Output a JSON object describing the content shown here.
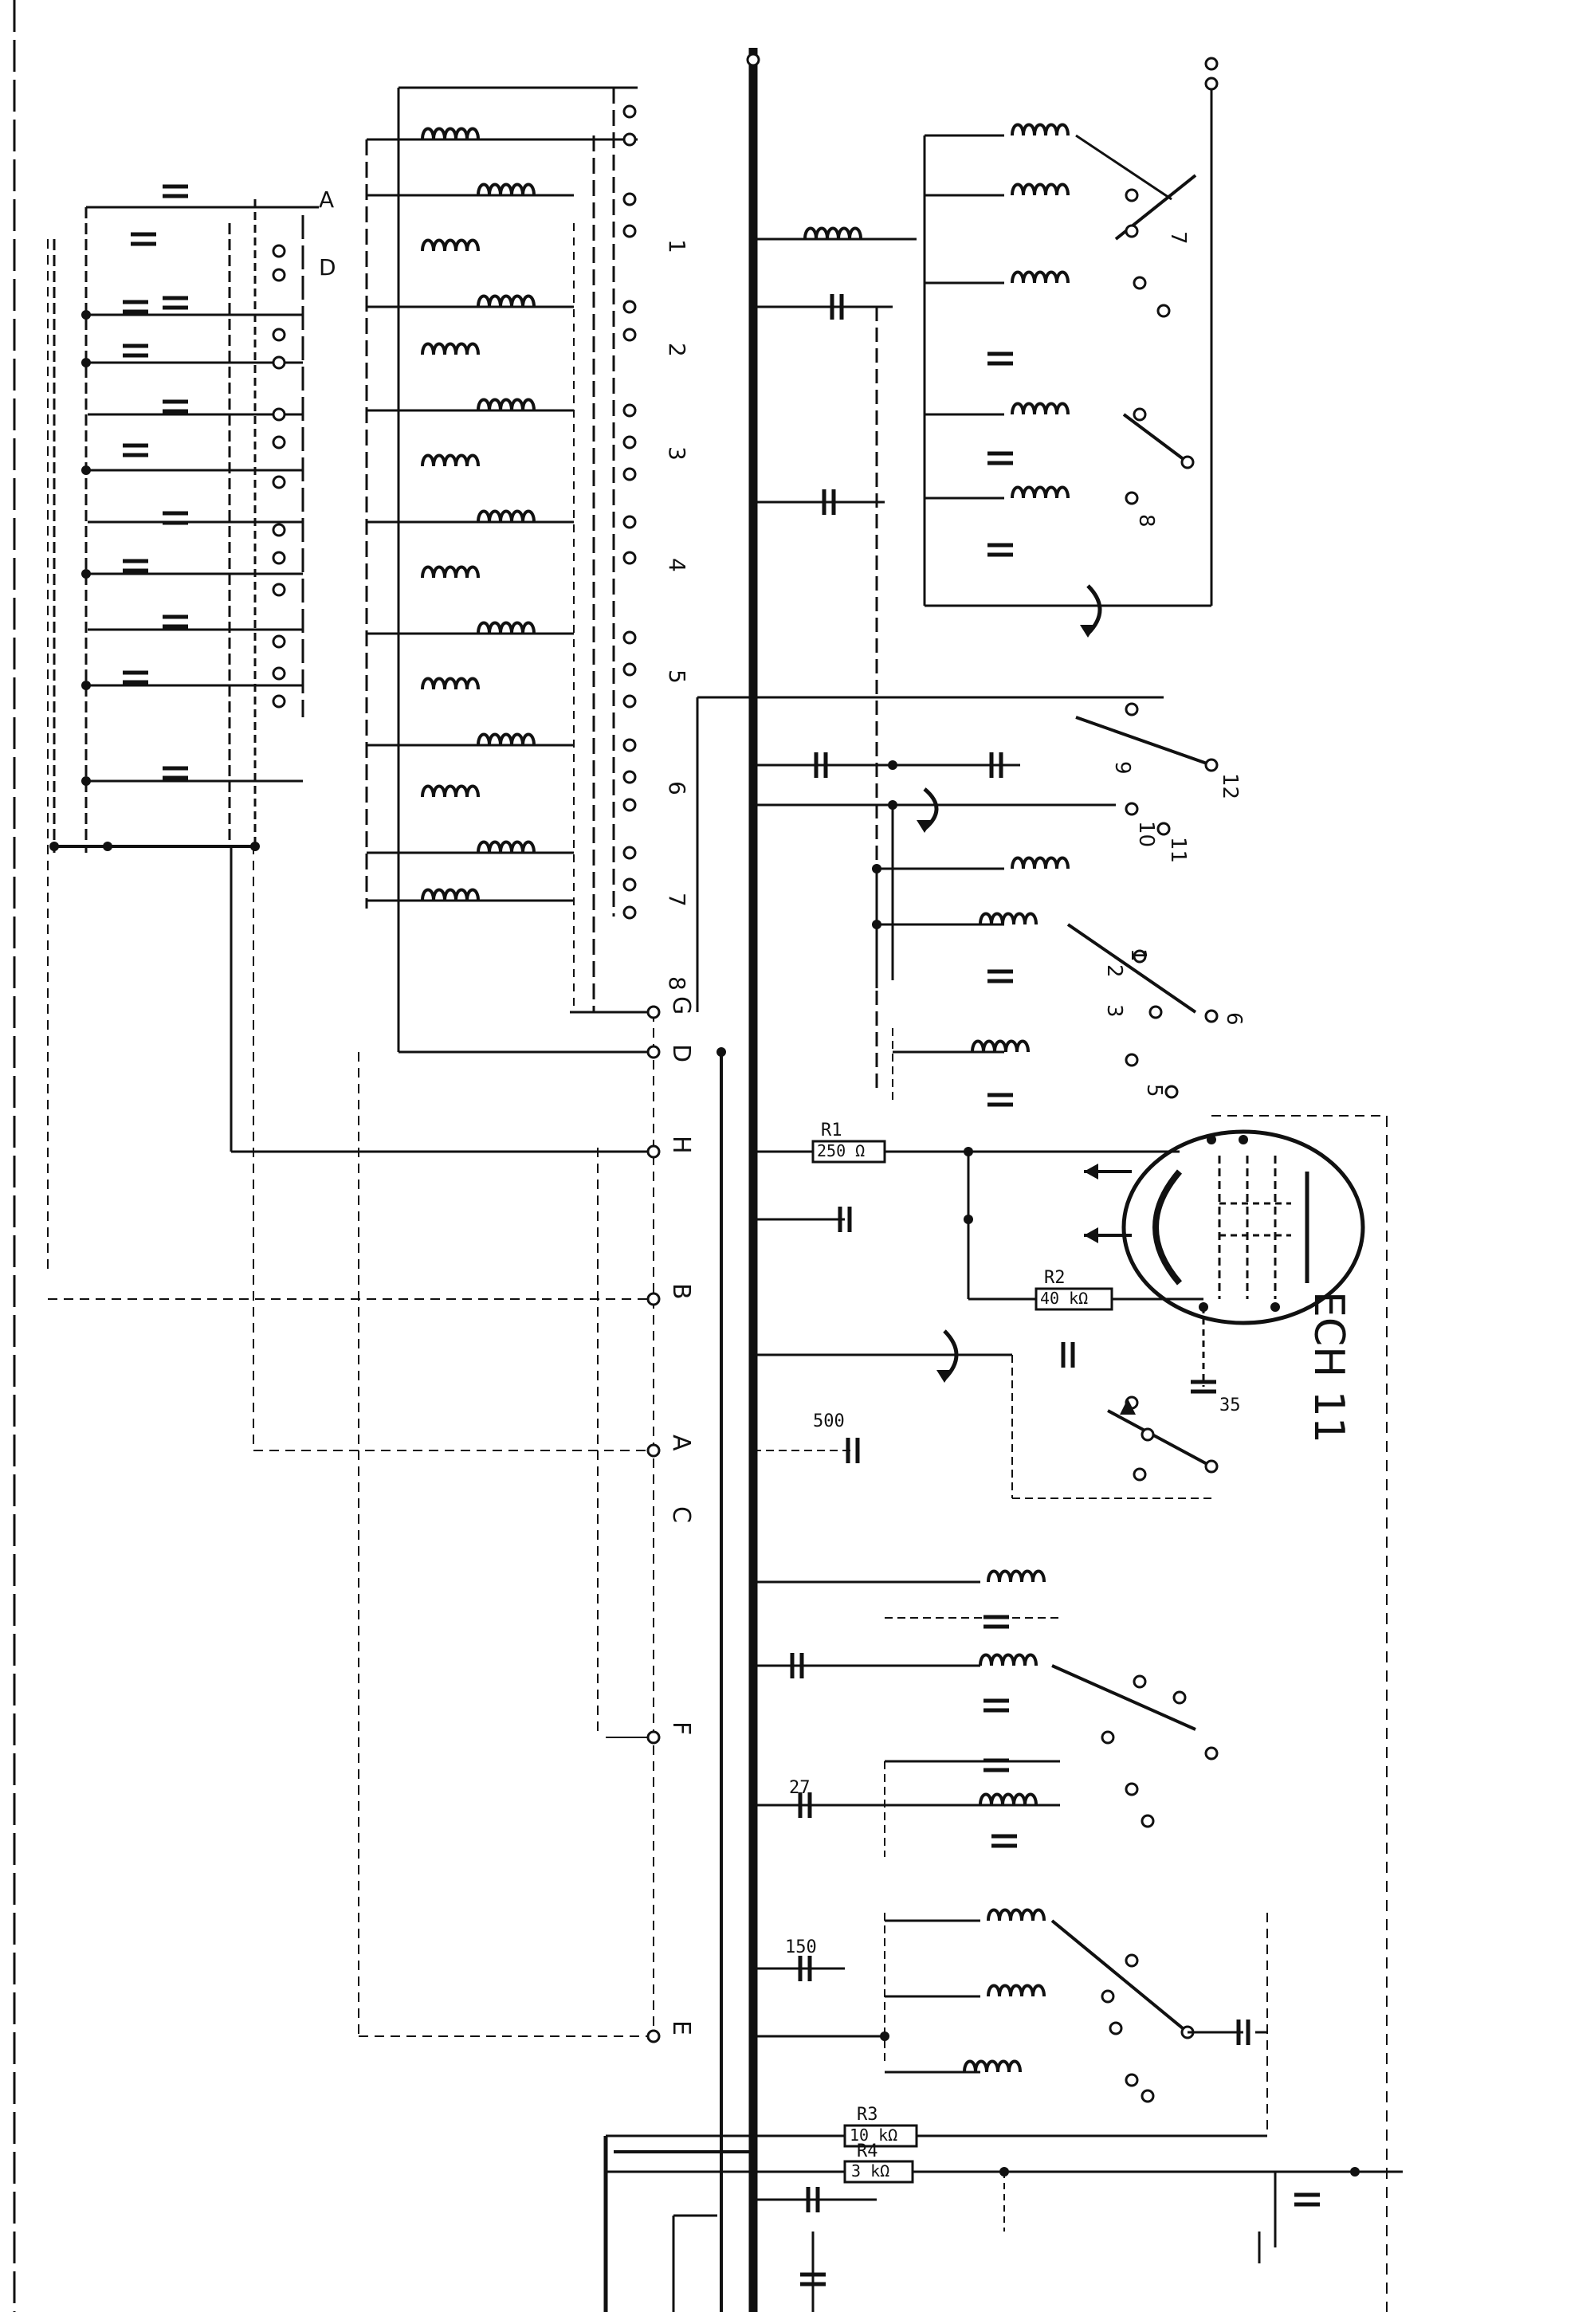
{
  "diagram": {
    "tube_label": "ECH 11",
    "resistors": [
      {
        "ref": "R1",
        "value": "250 Ω"
      },
      {
        "ref": "R2",
        "value": "40 kΩ"
      },
      {
        "ref": "R3",
        "value": "10 kΩ"
      },
      {
        "ref": "R4",
        "value": "3 kΩ"
      }
    ],
    "terminals": [
      "G",
      "D",
      "H",
      "B",
      "A",
      "C",
      "F",
      "E"
    ],
    "switch_numbers": [
      "1",
      "2",
      "3",
      "5",
      "6",
      "7",
      "8",
      "9",
      "10",
      "11",
      "12"
    ],
    "band_numbers": [
      "1",
      "2",
      "3",
      "4",
      "5",
      "6",
      "7",
      "8"
    ],
    "top_contact_labels": [
      "A",
      "D"
    ],
    "capacitor_values": [
      "500",
      "35",
      "27",
      "150"
    ]
  },
  "colors": {
    "ink": "#111111",
    "paper": "#ffffff"
  }
}
